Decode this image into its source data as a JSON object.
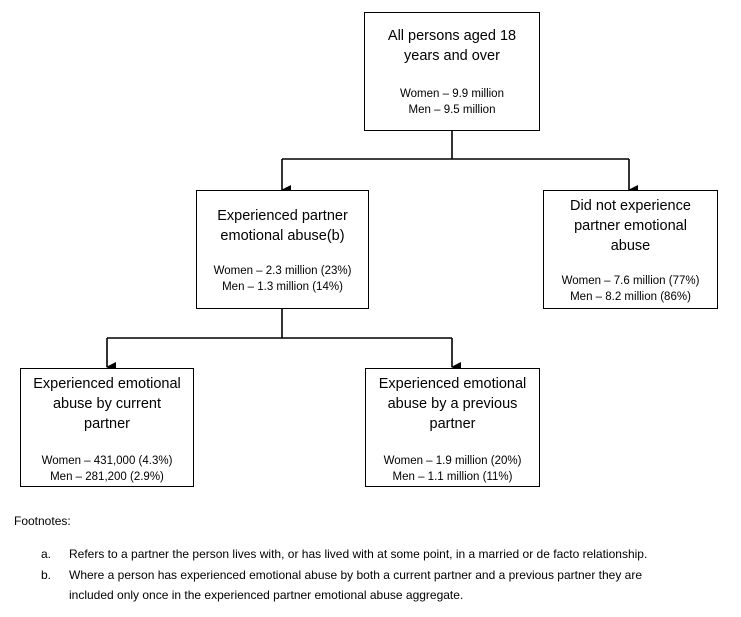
{
  "nodes": {
    "root": {
      "title_lines": [
        "All persons aged 18",
        "years and over"
      ],
      "women": "Women – 9.9 million",
      "men": "Men – 9.5 million"
    },
    "experienced": {
      "title_lines": [
        "Experienced partner",
        "emotional abuse(b)"
      ],
      "women": "Women – 2.3 million (23%)",
      "men": "Men – 1.3 million (14%)"
    },
    "did_not": {
      "title_lines": [
        "Did not experience",
        "partner emotional",
        "abuse"
      ],
      "women": "Women –  7.6 million (77%)",
      "men": "Men – 8.2 million (86%)"
    },
    "current": {
      "title_lines": [
        "Experienced emotional",
        "abuse by current",
        "partner"
      ],
      "women": "Women – 431,000 (4.3%)",
      "men": "Men – 281,200 (2.9%)"
    },
    "previous": {
      "title_lines": [
        "Experienced emotional",
        "abuse by a previous",
        "partner"
      ],
      "women": "Women – 1.9 million (20%)",
      "men": "Men – 1.1 million (11%)"
    }
  },
  "footnotes": {
    "heading": "Footnotes:",
    "items": [
      {
        "marker": "a.",
        "lines": [
          "Refers to a partner the person lives with, or has lived with at some point, in a married or de facto relationship."
        ]
      },
      {
        "marker": "b.",
        "lines": [
          "Where a person has experienced emotional abuse by both a current partner and a previous partner they are",
          "included only once in the experienced partner emotional abuse aggregate."
        ]
      }
    ]
  }
}
